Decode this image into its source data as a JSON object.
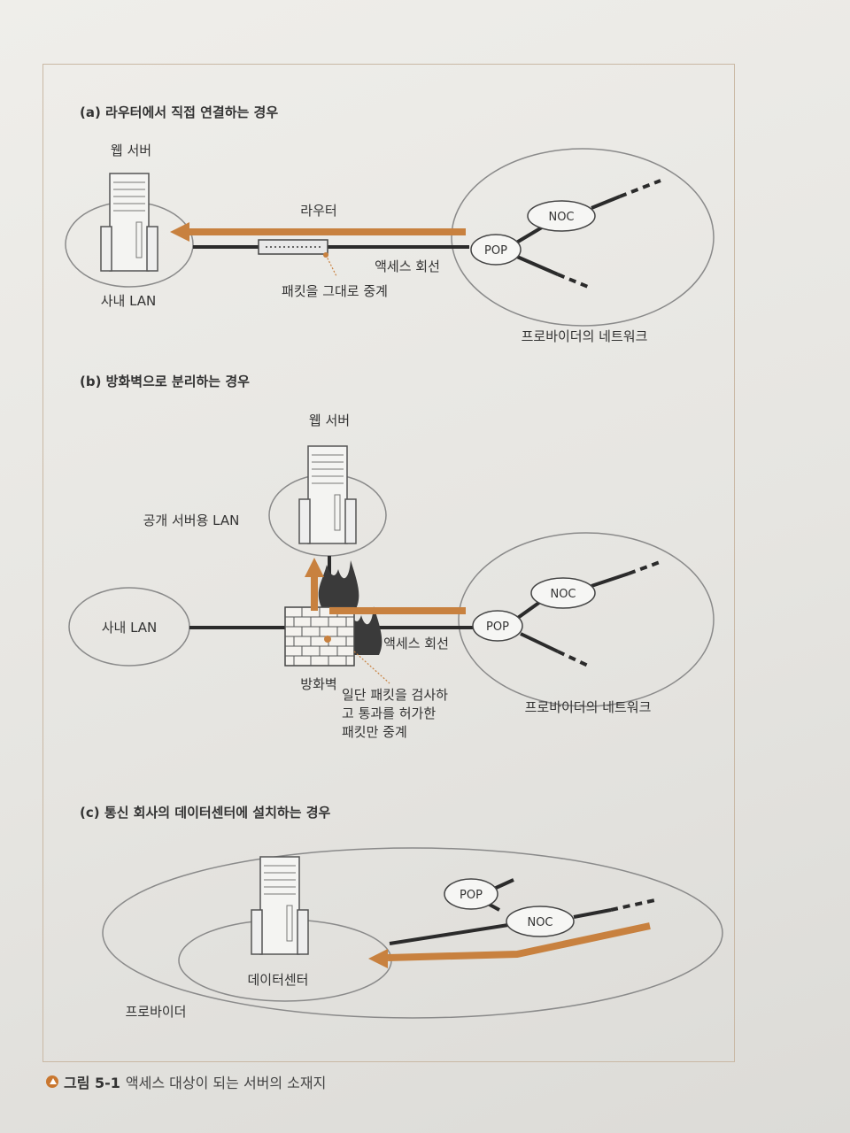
{
  "sections": {
    "a": {
      "title": "(a) 라우터에서 직접 연결하는 경우",
      "web_server": "웹 서버",
      "router": "라우터",
      "access_line": "액세스 회선",
      "packet_relay": "패킷을 그대로 중계",
      "internal_lan": "사내 LAN",
      "provider_network": "프로바이더의 네트워크",
      "noc": "NOC",
      "pop": "POP"
    },
    "b": {
      "title": "(b) 방화벽으로 분리하는 경우",
      "web_server": "웹 서버",
      "public_lan": "공개 서버용 LAN",
      "internal_lan": "사내 LAN",
      "firewall": "방화벽",
      "access_line": "액세스 회선",
      "inspect_line1": "일단 패킷을 검사하",
      "inspect_line2": "고 통과를 허가한",
      "inspect_line3": "패킷만 중계",
      "provider_network": "프로바이더의 네트워크",
      "noc": "NOC",
      "pop": "POP"
    },
    "c": {
      "title": "(c) 통신 회사의 데이터센터에 설치하는 경우",
      "pop": "POP",
      "noc": "NOC",
      "datacenter": "데이터센터",
      "provider": "프로바이더"
    }
  },
  "caption": {
    "number": "그림 5-1",
    "text": "액세스 대상이 되는 서버의 소재지"
  },
  "colors": {
    "arrow": "#c8813f",
    "line": "#2b2b2b",
    "ellipse": "#8a8a8a"
  }
}
